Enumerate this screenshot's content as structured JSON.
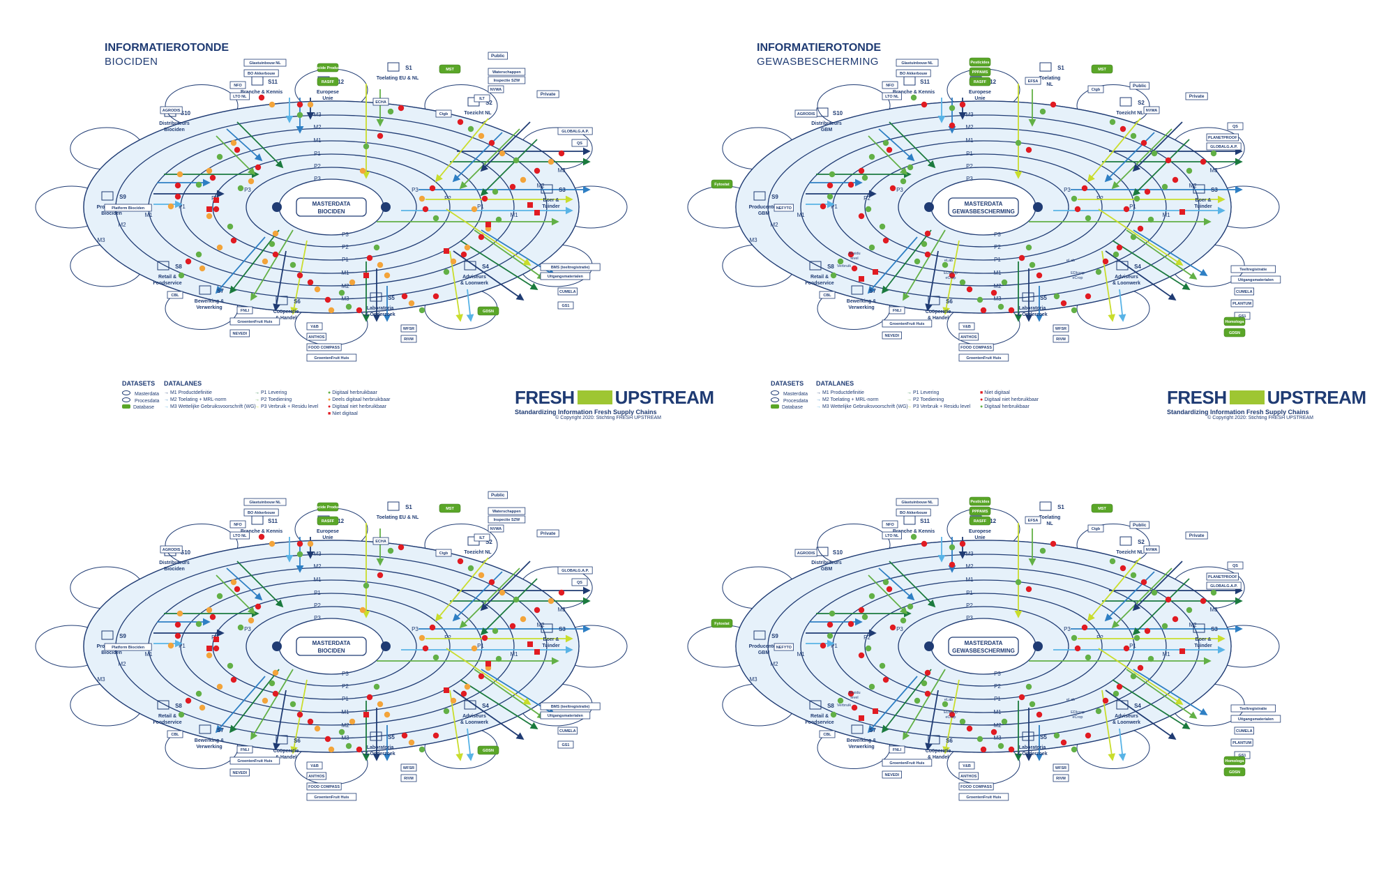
{
  "colors": {
    "navy": "#1f3b73",
    "ringFill": "#e6f1fa",
    "ringLine": "#1f3b73",
    "m1": "#1f3b73",
    "m2": "#2e7fc4",
    "m3": "#58b3e6",
    "p1": "#1b7a3e",
    "p2": "#62b046",
    "p3": "#c9dd2c",
    "green": "#62b046",
    "orange": "#f3a43a",
    "red": "#e11b22",
    "database": "#5aa628"
  },
  "panels": [
    {
      "title": "INFORMATIEROTONDE",
      "subtitle": "BIOCIDEN",
      "center_label": [
        "MASTERDATA",
        "BIOCIDEN"
      ],
      "variant": "biociden",
      "sectors": [
        {
          "code": "S1",
          "name": [
            "Toelating EU & NL"
          ]
        },
        {
          "code": "S2",
          "name": [
            "Toezicht NL"
          ]
        },
        {
          "code": "S3",
          "name": [
            "Boer &",
            "Tuinder"
          ]
        },
        {
          "code": "S4",
          "name": [
            "Adviseurs",
            "& Loonwerk"
          ]
        },
        {
          "code": "S5",
          "name": [
            "Laboratoria",
            "& Onderzoek"
          ]
        },
        {
          "code": "S6",
          "name": [
            "Coöperatie",
            "& Handel"
          ]
        },
        {
          "code": "S7",
          "name": [
            "Bewerking &",
            "Verwerking"
          ]
        },
        {
          "code": "S8",
          "name": [
            "Retail &",
            "Foodservice"
          ]
        },
        {
          "code": "S9",
          "name": [
            "Producenten",
            "Biociden"
          ]
        },
        {
          "code": "S10",
          "name": [
            "Distributeurs",
            "Biociden"
          ]
        },
        {
          "code": "S11",
          "name": [
            "Branche & Kennis"
          ]
        },
        {
          "code": "S12",
          "name": [
            "Europese",
            "Unie"
          ]
        }
      ],
      "tags": [
        "Glastuinbouw NL",
        "BO Akkerbouw",
        "NFO",
        "LTO NL",
        "ECHA",
        "Ctgb",
        "Waterschappen",
        "Inspectie SZW",
        "NVWA",
        "ILT",
        "GLOBALG.A.P.",
        "QS",
        "AGRODIS",
        "Platform Biociden",
        "CBL",
        "FNLI",
        "GroentenFruit Huis",
        "NEVEDI",
        "V&B",
        "ANTHOS",
        "FOOD COMPASS",
        "GroentenFruit Huis",
        "WFSR",
        "RIVM",
        "BMS (teeltregistratie)",
        "Uitgangsmaterialen",
        "CUMELA",
        "GS1",
        "Public",
        "Private"
      ],
      "databases": [
        "Biocide Products",
        "RASFF",
        "MST",
        "GDSN"
      ],
      "datasets_heading": "DATASETS",
      "datasets": [
        "Masterdata",
        "Procesdata",
        "Database"
      ],
      "datalanes_heading": "DATALANES",
      "lanes_m": [
        "M1  Productdefinitie",
        "M2  Toelating + MRL-norm",
        "M3  Wettelijke Gebruiksvoorschrift (WG)"
      ],
      "lanes_p": [
        "P1  Levering",
        "P2  Toediening",
        "P3  Verbruik + Residu level"
      ],
      "status": [
        "Digitaal herbruikbaar",
        "Deels digitaal herbruikbaar",
        "Digitaal niet herbruikbaar",
        "Niet digitaal"
      ]
    },
    {
      "title": "INFORMATIEROTONDE",
      "subtitle": "GEWASBESCHERMING",
      "center_label": [
        "MASTERDATA",
        "GEWASBESCHERMING"
      ],
      "variant": "gewas",
      "sectors": [
        {
          "code": "S1",
          "name": [
            "Toelating",
            "NL"
          ]
        },
        {
          "code": "S2",
          "name": [
            "Toezicht NL"
          ]
        },
        {
          "code": "S3",
          "name": [
            "Boer &",
            "Tuinder"
          ]
        },
        {
          "code": "S4",
          "name": [
            "Adviseurs",
            "& Loonwerk"
          ]
        },
        {
          "code": "S5",
          "name": [
            "Laboratoria",
            "& Onderzoek"
          ]
        },
        {
          "code": "S6",
          "name": [
            "Coöperatie",
            "& Handel"
          ]
        },
        {
          "code": "S7",
          "name": [
            "Bewerking &",
            "Verwerking"
          ]
        },
        {
          "code": "S8",
          "name": [
            "Retail &",
            "Foodservice"
          ]
        },
        {
          "code": "S9",
          "name": [
            "Producenten",
            "GBM"
          ]
        },
        {
          "code": "S10",
          "name": [
            "Distributeurs",
            "GBM"
          ]
        },
        {
          "code": "S11",
          "name": [
            "Branche & Kennis"
          ]
        },
        {
          "code": "S12",
          "name": [
            "Europese",
            "Unie"
          ]
        }
      ],
      "tags": [
        "Glastuinbouw NL",
        "BO Akkerbouw",
        "NFO",
        "LTO NL",
        "EFSA",
        "Ctgb",
        "NVWA",
        "QS",
        "PLANETPROOF",
        "GLOBALG.A.P.",
        "AGRODIS",
        "NEFYTO",
        "CBL",
        "FNLI",
        "GroentenFruit Huis",
        "NEVEDI",
        "V&B",
        "ANTHOS",
        "FOOD COMPASS",
        "GroentenFruit Huis",
        "WFSR",
        "RIVM",
        "Teeltregistratie",
        "Uitgangsmaterialen",
        "CUMELA",
        "PLANTUM",
        "GS1",
        "Public",
        "Private"
      ],
      "databases": [
        "Pesticides",
        "PPPAMS",
        "RASFF",
        "MST",
        "Fytostat",
        "Homologa",
        "GDSN"
      ],
      "datasets_heading": "DATASETS",
      "datasets": [
        "Masterdata",
        "Procesdata",
        "Database"
      ],
      "datalanes_heading": "DATALANES",
      "lanes_m": [
        "M1  Productdefinitie",
        "M2  Toelating + MRL-norm",
        "M3  Wettelijke Gebruiksvoorschrift (WG)"
      ],
      "lanes_p": [
        "P1  Levering",
        "P2  Toediening",
        "P3  Verbruik + Residu level"
      ],
      "status": [
        "Niet digitaal",
        "Digitaal niet herbruikbaar",
        "Digitaal herbruikbaar"
      ]
    },
    {
      "title": "",
      "subtitle": "",
      "center_label": [
        "MASTERDATA",
        "BIOCIDEN"
      ],
      "variant": "biociden",
      "sectors": [
        {
          "code": "S1",
          "name": [
            "Toelating EU & NL"
          ]
        },
        {
          "code": "S2",
          "name": [
            "Toezicht NL"
          ]
        },
        {
          "code": "S3",
          "name": [
            "Boer &",
            "Tuinder"
          ]
        },
        {
          "code": "S4",
          "name": [
            "Adviseurs",
            "& Loonwerk"
          ]
        },
        {
          "code": "S5",
          "name": [
            "Laboratoria",
            "& Onderzoek"
          ]
        },
        {
          "code": "S6",
          "name": [
            "Coöperatie",
            "& Handel"
          ]
        },
        {
          "code": "S7",
          "name": [
            "Bewerking &",
            "Verwerking"
          ]
        },
        {
          "code": "S8",
          "name": [
            "Retail &",
            "Foodservice"
          ]
        },
        {
          "code": "S9",
          "name": [
            "Producenten",
            "Biociden"
          ]
        },
        {
          "code": "S10",
          "name": [
            "Distributeurs",
            "Biociden"
          ]
        },
        {
          "code": "S11",
          "name": [
            "Branche & Kennis"
          ]
        },
        {
          "code": "S12",
          "name": [
            "Europese",
            "Unie"
          ]
        }
      ],
      "tags": [
        "Glastuinbouw NL",
        "BO Akkerbouw",
        "NFO",
        "LTO NL",
        "ECHA",
        "Ctgb",
        "Waterschappen",
        "Inspectie SZW",
        "NVWA",
        "ILT",
        "GLOBALG.A.P.",
        "QS",
        "AGRODIS",
        "Platform Biociden",
        "CBL",
        "FNLI",
        "GroentenFruit Huis",
        "NEVEDI",
        "V&B",
        "ANTHOS",
        "FOOD COMPASS",
        "GroentenFruit Huis",
        "WFSR",
        "RIVM",
        "BMS (teeltregistratie)",
        "Uitgangsmaterialen",
        "CUMELA",
        "GS1",
        "Public",
        "Private"
      ],
      "databases": [
        "Biocide Products",
        "RASFF",
        "MST",
        "GDSN"
      ]
    },
    {
      "title": "",
      "subtitle": "",
      "center_label": [
        "MASTERDATA",
        "GEWASBESCHERMING"
      ],
      "variant": "gewas",
      "sectors": [
        {
          "code": "S1",
          "name": [
            "Toelating",
            "NL"
          ]
        },
        {
          "code": "S2",
          "name": [
            "Toezicht NL"
          ]
        },
        {
          "code": "S3",
          "name": [
            "Boer &",
            "Tuinder"
          ]
        },
        {
          "code": "S4",
          "name": [
            "Adviseurs",
            "& Loonwerk"
          ]
        },
        {
          "code": "S5",
          "name": [
            "Laboratoria",
            "& Onderzoek"
          ]
        },
        {
          "code": "S6",
          "name": [
            "Coöperatie",
            "& Handel"
          ]
        },
        {
          "code": "S7",
          "name": [
            "Bewerking &",
            "Verwerking"
          ]
        },
        {
          "code": "S8",
          "name": [
            "Retail &",
            "Foodservice"
          ]
        },
        {
          "code": "S9",
          "name": [
            "Producenten",
            "GBM"
          ]
        },
        {
          "code": "S10",
          "name": [
            "Distributeurs",
            "GBM"
          ]
        },
        {
          "code": "S11",
          "name": [
            "Branche & Kennis"
          ]
        },
        {
          "code": "S12",
          "name": [
            "Europese",
            "Unie"
          ]
        }
      ],
      "tags": [
        "Glastuinbouw NL",
        "BO Akkerbouw",
        "NFO",
        "LTO NL",
        "EFSA",
        "Ctgb",
        "NVWA",
        "QS",
        "PLANETPROOF",
        "GLOBALG.A.P.",
        "AGRODIS",
        "NEFYTO",
        "CBL",
        "FNLI",
        "GroentenFruit Huis",
        "NEVEDI",
        "V&B",
        "ANTHOS",
        "FOOD COMPASS",
        "GroentenFruit Huis",
        "WFSR",
        "RIVM",
        "Teeltregistratie",
        "Uitgangsmaterialen",
        "CUMELA",
        "PLANTUM",
        "GS1",
        "Public",
        "Private"
      ],
      "databases": [
        "Pesticides",
        "PPPAMS",
        "RASFF",
        "MST",
        "Fytostat",
        "Homologa",
        "GDSN"
      ]
    }
  ],
  "ring_labels": {
    "upper": [
      "M3",
      "M2",
      "M1",
      "P1",
      "P2",
      "P3"
    ],
    "lower": [
      "P3",
      "P2",
      "P1",
      "M1",
      "M2",
      "M3"
    ],
    "left": [
      "P3",
      "P2",
      "P1",
      "M1",
      "M2",
      "M3"
    ],
    "right": [
      "P3",
      "P2",
      "P1",
      "M1",
      "M2",
      "M3"
    ]
  },
  "lane_annotations": [
    "eLab",
    "EDIcrop",
    "eCrop",
    "Residu",
    "level",
    "Verbruik"
  ],
  "logo": {
    "left": "FRESH",
    "right": "UPSTREAM",
    "tagline": "Standardizing Information Fresh Supply Chains",
    "copyright": "© Copyright 2020: Stichting FRESH UPSTREAM"
  }
}
